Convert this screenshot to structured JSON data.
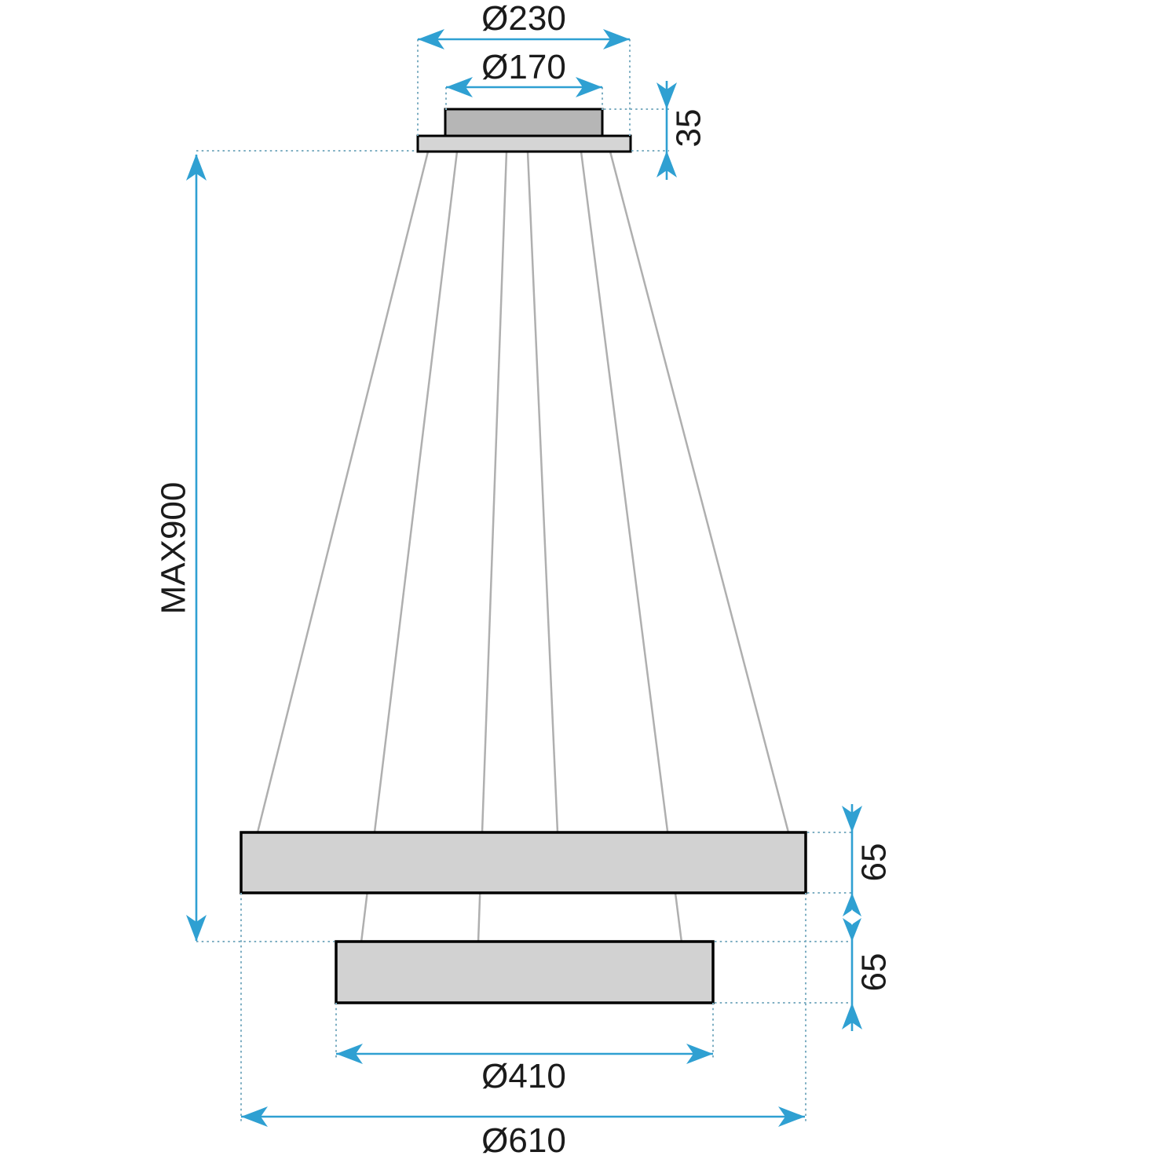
{
  "diagram": {
    "labels": {
      "canopy_outer_diameter": "Ø230",
      "canopy_inner_diameter": "Ø170",
      "canopy_height": "35",
      "max_suspension": "MAX900",
      "outer_ring_height": "65",
      "inner_ring_height": "65",
      "inner_ring_diameter": "Ø410",
      "outer_ring_diameter": "Ø610"
    },
    "colors": {
      "dimension": "#2FA0D2",
      "extension": "#7DAEC2",
      "text": "#1B1B1B",
      "outline": "#000000",
      "ring_fill": "#D2D2D2",
      "canopy_box_fill": "#B6B6B6",
      "canopy_plate_fill": "#D5D5D5",
      "wire": "#AFAFAF",
      "background": "#FFFFFF"
    }
  }
}
